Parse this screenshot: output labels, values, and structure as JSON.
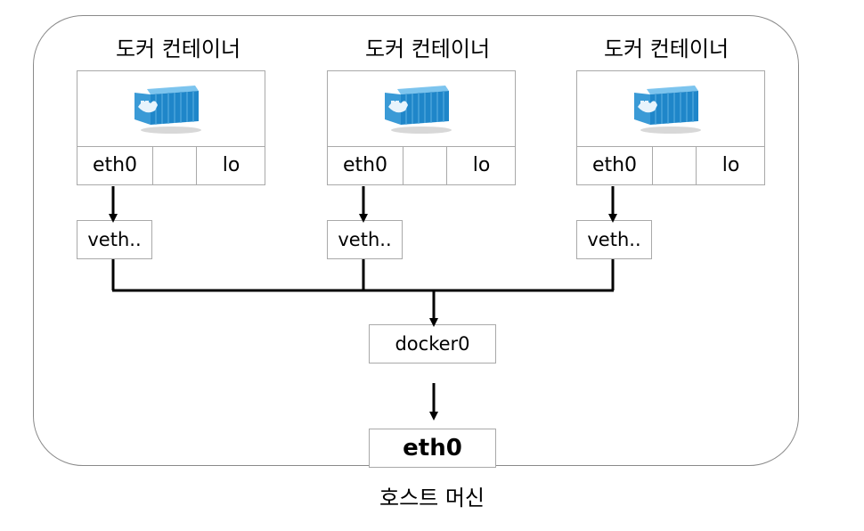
{
  "containers": [
    {
      "title": "도커 컨테이너",
      "eth": "eth0",
      "lo": "lo",
      "veth": "veth.."
    },
    {
      "title": "도커 컨테이너",
      "eth": "eth0",
      "lo": "lo",
      "veth": "veth.."
    },
    {
      "title": "도커 컨테이너",
      "eth": "eth0",
      "lo": "lo",
      "veth": "veth.."
    }
  ],
  "bridge": {
    "label": "docker0"
  },
  "host": {
    "interface": "eth0",
    "label": "호스트 머신"
  },
  "colors": {
    "border": "#a9a9a9",
    "frame": "#8a8a8a",
    "line": "#000000",
    "container_blue": "#2b95d6"
  },
  "icons": {
    "container": "docker-container-icon"
  }
}
